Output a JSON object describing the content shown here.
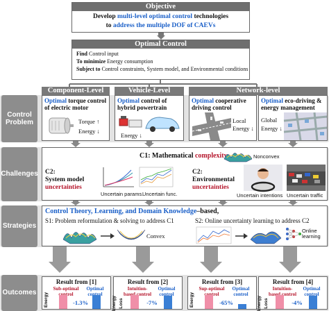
{
  "objective": {
    "header": "Objective",
    "line1_pre": "Develop ",
    "line1_hl": "multi-level optimal control",
    "line1_post": " technologies",
    "line2_pre": "to ",
    "line2_hl": "address the multiple DOF of CAEVs"
  },
  "optimal_control": {
    "header": "Optimal Control",
    "find_k": "Find",
    "find_v": "Control input",
    "min_k": "To minimize",
    "min_v": "Energy consumption",
    "subj_k": "Subject to",
    "subj_v": "Control constraints, System model, and Environmental conditions"
  },
  "levels": {
    "component": "Component-Level",
    "vehicle": "Vehicle-Level",
    "network": "Network-level"
  },
  "sections": {
    "control_problem": "Control Problem",
    "challenges": "Challenges",
    "strategies": "Strategies",
    "outcomes": "Outcomes"
  },
  "control_problem": {
    "comp_hl": "Optimal",
    "comp_rest": "torque control of electric motor",
    "comp_torque": "Torque ↑",
    "comp_energy": "Energy ↓",
    "veh_hl": "Optimal",
    "veh_rest": "control of hybrid powertrain",
    "veh_energy": "Energy ↓",
    "net1_hl": "Optimal",
    "net1_rest": "cooperative driving control",
    "net1_local": "Local",
    "net1_energy": "Energy ↓",
    "net2_hl": "Optimal",
    "net2_rest": "eco-driving & energy management",
    "net2_global": "Global",
    "net2_energy": "Energy ↓"
  },
  "challenges": {
    "c1_pre": "C1: Mathematical ",
    "c1_hl": "complexity",
    "nonconvex": "Nonconvex",
    "c2a_line1": "C2:",
    "c2a_line2": "System model",
    "c2a_hl": "uncertainties",
    "unc_params": "Uncertain params.",
    "unc_func": "Uncertain func.",
    "c2b_line1": "C2:",
    "c2b_line2": "Environmental",
    "c2b_hl": "uncertainties",
    "unc_intentions": "Uncertain intentions",
    "unc_traffic": "Uncertain traffic"
  },
  "strategies": {
    "title_hl": "Control Theory, Learning, and Domain Knowledge",
    "title_post": "–based,",
    "s1": "S1: Problem reformulation & solving to address C1",
    "convex": "Convex",
    "s2": "S2: Online uncertainty learning to address C2",
    "online_learning": "Online learning"
  },
  "outcomes": [
    {
      "title": "Result from [1]",
      "left": "Sub-optimal control",
      "right": "Optimal control",
      "value": "-1.3%",
      "ylabel": "Energy",
      "ratio": 0.987
    },
    {
      "title": "Result from [2]",
      "left": "Intuition-based control",
      "right": "Optimal control",
      "value": "-7%",
      "ylabel": "Energy Loss",
      "ratio": 0.93
    },
    {
      "title": "Result from [3]",
      "left": "Sup-optimal control",
      "right": "Optimal control",
      "value": "-65%",
      "ylabel": "Energy",
      "ratio": 0.35
    },
    {
      "title": "Result from [4]",
      "left": "Intuition-based control",
      "right": "Optimal control",
      "value": "-4%",
      "ylabel": "Energy Loss",
      "ratio": 0.96
    }
  ],
  "colors": {
    "header_gray": "#6f6f6f",
    "section_gray": "#8d8d8d",
    "band_gray": "#e3e3e3",
    "highlight_blue": "#1a5fc8",
    "highlight_red": "#b5152b",
    "bar_pink": "#f08fa8",
    "bar_blue": "#3a7fd5"
  }
}
